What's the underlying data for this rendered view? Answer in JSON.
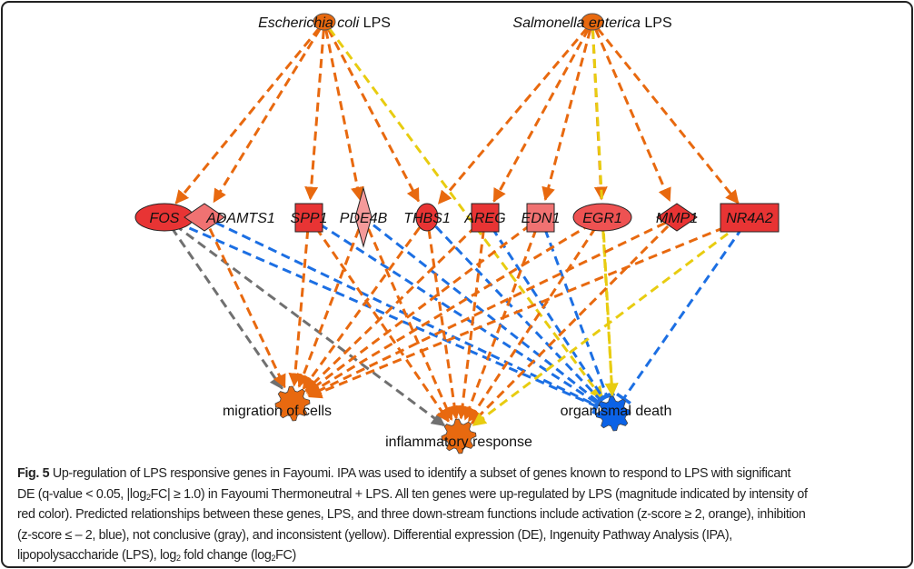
{
  "colors": {
    "activation": "#e8690f",
    "inhibition": "#1c6fe3",
    "not_conclusive": "#707070",
    "inconsistent": "#e8cc10",
    "lps_node": "#e8690f",
    "function_activated": "#e8690f",
    "function_inhibited": "#0b62e6"
  },
  "sources": [
    {
      "id": "ecoli",
      "label_italic": "Escherichia coli",
      "label_rest": " LPS"
    },
    {
      "id": "salmonella",
      "label_italic": "Salmonella enterica",
      "label_rest": " LPS"
    }
  ],
  "genes": [
    {
      "id": "FOS",
      "label": "FOS",
      "shape": "ellipse",
      "color": "#e83434"
    },
    {
      "id": "ADAMTS1",
      "label": "ADAMTS1",
      "shape": "diamond",
      "color": "#f07272"
    },
    {
      "id": "SPP1",
      "label": "SPP1",
      "shape": "square",
      "color": "#e83434"
    },
    {
      "id": "PDE4B",
      "label": "PDE4B",
      "shape": "tall-diamond",
      "color": "#f49a9a"
    },
    {
      "id": "THBS1",
      "label": "THBS1",
      "shape": "circle",
      "color": "#e83434"
    },
    {
      "id": "AREG",
      "label": "AREG",
      "shape": "square",
      "color": "#e83434"
    },
    {
      "id": "EDN1",
      "label": "EDN1",
      "shape": "square",
      "color": "#f07272"
    },
    {
      "id": "EGR1",
      "label": "EGR1",
      "shape": "ellipse",
      "color": "#ee5252"
    },
    {
      "id": "MMP1",
      "label": "MMP1",
      "shape": "diamond",
      "color": "#e83434"
    },
    {
      "id": "NR4A2",
      "label": "NR4A2",
      "shape": "rect",
      "color": "#e83434"
    }
  ],
  "functions": [
    {
      "id": "migration",
      "label": "migration of cells",
      "state": "activated"
    },
    {
      "id": "inflammatory",
      "label": "inflammatory response",
      "state": "activated"
    },
    {
      "id": "death",
      "label": "organismal death",
      "state": "inhibited"
    }
  ],
  "edges": [
    [
      "ecoli",
      "FOS",
      "activation"
    ],
    [
      "ecoli",
      "ADAMTS1",
      "activation"
    ],
    [
      "ecoli",
      "SPP1",
      "activation"
    ],
    [
      "ecoli",
      "PDE4B",
      "activation"
    ],
    [
      "ecoli",
      "THBS1",
      "activation"
    ],
    [
      "ecoli",
      "death",
      "inconsistent"
    ],
    [
      "salmonella",
      "THBS1",
      "activation"
    ],
    [
      "salmonella",
      "AREG",
      "activation"
    ],
    [
      "salmonella",
      "EDN1",
      "activation"
    ],
    [
      "salmonella",
      "EGR1",
      "activation"
    ],
    [
      "salmonella",
      "MMP1",
      "activation"
    ],
    [
      "salmonella",
      "NR4A2",
      "activation"
    ],
    [
      "salmonella",
      "death",
      "inconsistent"
    ],
    [
      "FOS",
      "migration",
      "not_conclusive"
    ],
    [
      "FOS",
      "inflammatory",
      "not_conclusive"
    ],
    [
      "FOS",
      "death",
      "inhibition"
    ],
    [
      "ADAMTS1",
      "migration",
      "activation"
    ],
    [
      "ADAMTS1",
      "death",
      "inhibition"
    ],
    [
      "SPP1",
      "migration",
      "activation"
    ],
    [
      "SPP1",
      "inflammatory",
      "activation"
    ],
    [
      "SPP1",
      "death",
      "inhibition"
    ],
    [
      "PDE4B",
      "migration",
      "activation"
    ],
    [
      "PDE4B",
      "inflammatory",
      "activation"
    ],
    [
      "PDE4B",
      "death",
      "inhibition"
    ],
    [
      "THBS1",
      "migration",
      "activation"
    ],
    [
      "THBS1",
      "inflammatory",
      "activation"
    ],
    [
      "THBS1",
      "death",
      "inhibition"
    ],
    [
      "AREG",
      "migration",
      "activation"
    ],
    [
      "AREG",
      "inflammatory",
      "activation"
    ],
    [
      "AREG",
      "death",
      "inhibition"
    ],
    [
      "EDN1",
      "migration",
      "activation"
    ],
    [
      "EDN1",
      "inflammatory",
      "activation"
    ],
    [
      "EDN1",
      "death",
      "inhibition"
    ],
    [
      "EGR1",
      "migration",
      "activation"
    ],
    [
      "EGR1",
      "inflammatory",
      "activation"
    ],
    [
      "EGR1",
      "death",
      "inconsistent"
    ],
    [
      "MMP1",
      "migration",
      "activation"
    ],
    [
      "MMP1",
      "inflammatory",
      "activation"
    ],
    [
      "NR4A2",
      "migration",
      "activation"
    ],
    [
      "NR4A2",
      "inflammatory",
      "inconsistent"
    ],
    [
      "NR4A2",
      "death",
      "inhibition"
    ]
  ],
  "caption": {
    "fig_label": "Fig. 5",
    "l1": " Up-regulation of LPS responsive genes in Fayoumi. IPA was used to identify a subset of genes known to respond to LPS with significant",
    "l2a": "DE (q-value < 0.05, |log",
    "l2sub": "2",
    "l2b": "FC| ≥ 1.0) in Fayoumi Thermoneutral + LPS. All ten genes were up-regulated by LPS (magnitude indicated by intensity of",
    "l3": "red color). Predicted relationships between these genes, LPS, and three down-stream functions include activation (z-score ≥ 2, orange), inhibition",
    "l4": "(z-score ≤ – 2, blue), not conclusive (gray), and inconsistent (yellow). Differential expression (DE), Ingenuity Pathway Analysis (IPA),",
    "l5a": "lipopolysaccharide (LPS), log",
    "l5sub1": "2",
    "l5b": " fold change (log",
    "l5sub2": "2",
    "l5c": "FC)"
  }
}
